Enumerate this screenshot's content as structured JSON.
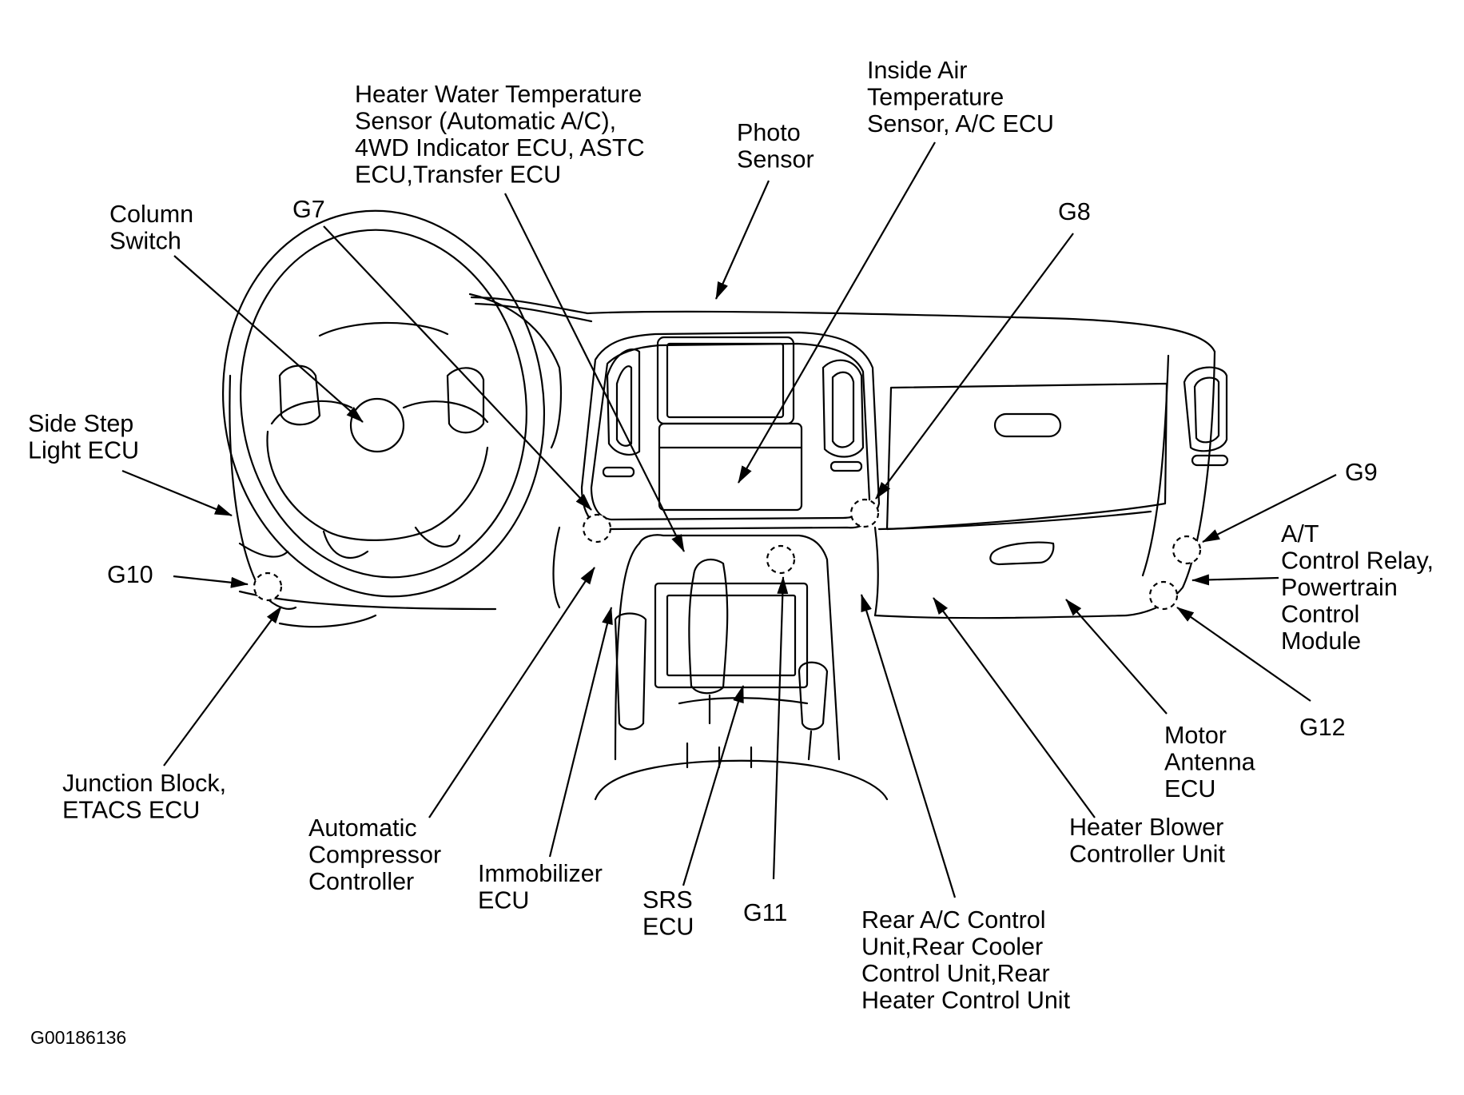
{
  "figure_id": "G00186136",
  "components": {
    "heater_water_temp": [
      "Heater Water Temperature",
      "Sensor (Automatic A/C),",
      "4WD Indicator ECU, ASTC",
      "ECU,Transfer ECU"
    ],
    "photo_sensor": [
      "Photo",
      "Sensor"
    ],
    "inside_air_temp": [
      "Inside Air",
      "Temperature",
      "Sensor, A/C ECU"
    ],
    "column_switch": [
      "Column",
      "Switch"
    ],
    "side_step": [
      "Side Step",
      "Light ECU"
    ],
    "junction_block": [
      "Junction Block,",
      "ETACS ECU"
    ],
    "auto_compressor": [
      "Automatic",
      "Compressor",
      "Controller"
    ],
    "immobilizer": [
      "Immobilizer",
      "ECU"
    ],
    "srs": [
      "SRS",
      "ECU"
    ],
    "rear_ac": [
      "Rear A/C Control",
      "Unit,Rear Cooler",
      "Control Unit,Rear",
      "Heater Control Unit"
    ],
    "heater_blower": [
      "Heater Blower",
      "Controller Unit"
    ],
    "motor_antenna": [
      "Motor",
      "Antenna",
      "ECU"
    ],
    "at_control": [
      "A/T",
      "Control Relay,",
      "Powertrain",
      "Control",
      "Module"
    ]
  },
  "grounds": {
    "g7": "G7",
    "g8": "G8",
    "g9": "G9",
    "g10": "G10",
    "g11": "G11",
    "g12": "G12"
  },
  "icons": {
    "ground_point": "dashed-circle",
    "leader": "arrow"
  },
  "colors": {
    "ink": "#000000",
    "paper": "#ffffff"
  }
}
